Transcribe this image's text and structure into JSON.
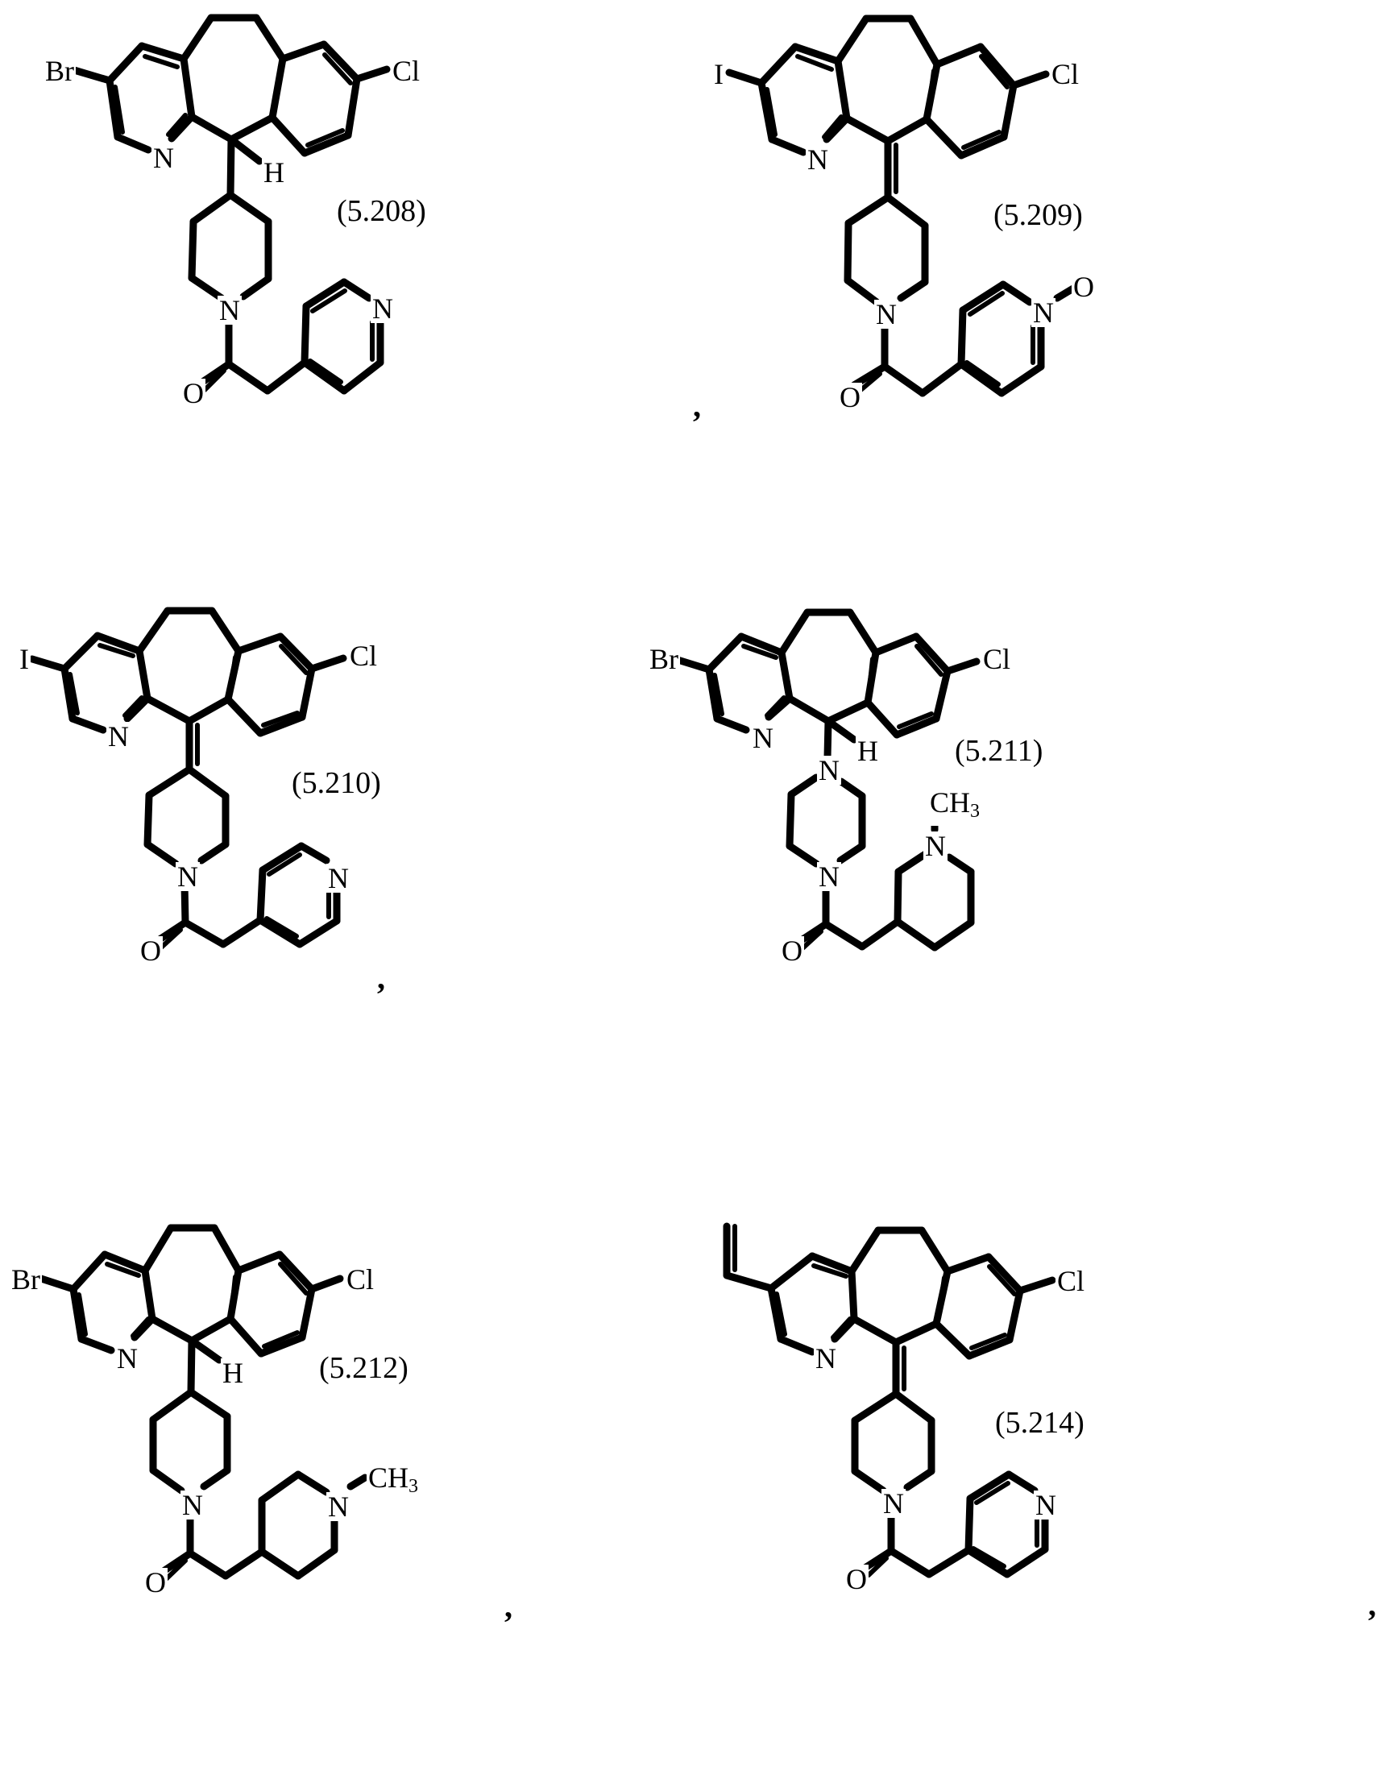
{
  "page": {
    "description": "Patent chemical structure page showing six tricyclic compounds (benzo-cycloheptapyridine derivatives)"
  },
  "compounds": [
    {
      "label": "(5.208)",
      "atoms": {
        "substituent": "Br",
        "chloro": "Cl",
        "pyridine_n": "N",
        "hydrogen": "H",
        "linker_n": "N",
        "carbonyl_o": "O",
        "terminal_n": "N"
      },
      "bridge": "single bond to CH (with H)",
      "tail": "4-pyridyl acetyl",
      "trailing_comma": ","
    },
    {
      "label": "(5.209)",
      "atoms": {
        "substituent": "I",
        "chloro": "Cl",
        "pyridine_n": "N",
        "linker_n": "N",
        "carbonyl_o": "O",
        "terminal_n": "N",
        "n_oxide_o": "O"
      },
      "bridge": "exocyclic double bond",
      "tail": "4-pyridyl N-oxide acetyl",
      "trailing_comma": ""
    },
    {
      "label": "(5.210)",
      "atoms": {
        "substituent": "I",
        "chloro": "Cl",
        "pyridine_n": "N",
        "linker_n": "N",
        "carbonyl_o": "O",
        "terminal_n": "N"
      },
      "bridge": "exocyclic double bond",
      "tail": "4-pyridyl acetyl",
      "trailing_comma": ","
    },
    {
      "label": "(5.211)",
      "atoms": {
        "substituent": "Br",
        "chloro": "Cl",
        "pyridine_n": "N",
        "hydrogen": "H",
        "piperazine_n1": "N",
        "piperazine_n2": "N",
        "carbonyl_o": "O",
        "methyl_n": "N",
        "methyl": "CH",
        "methyl_sub": "3"
      },
      "bridge": "single bond to piperazine",
      "tail": "1-methylpiperidin-3-yl acetyl",
      "trailing_comma": ""
    },
    {
      "label": "(5.212)",
      "atoms": {
        "substituent": "Br",
        "chloro": "Cl",
        "pyridine_n": "N",
        "hydrogen": "H",
        "linker_n": "N",
        "carbonyl_o": "O",
        "methyl_n": "N",
        "methyl": "CH",
        "methyl_sub": "3"
      },
      "bridge": "single bond to CH (with H)",
      "tail": "1-methylpiperidin-4-yl acetyl",
      "trailing_comma": ","
    },
    {
      "label": "(5.214)",
      "atoms": {
        "chloro": "Cl",
        "pyridine_n": "N",
        "linker_n": "N",
        "carbonyl_o": "O",
        "terminal_n": "N"
      },
      "substituent_group": "vinyl",
      "bridge": "exocyclic double bond",
      "tail": "4-pyridyl acetyl",
      "trailing_comma": ","
    }
  ]
}
